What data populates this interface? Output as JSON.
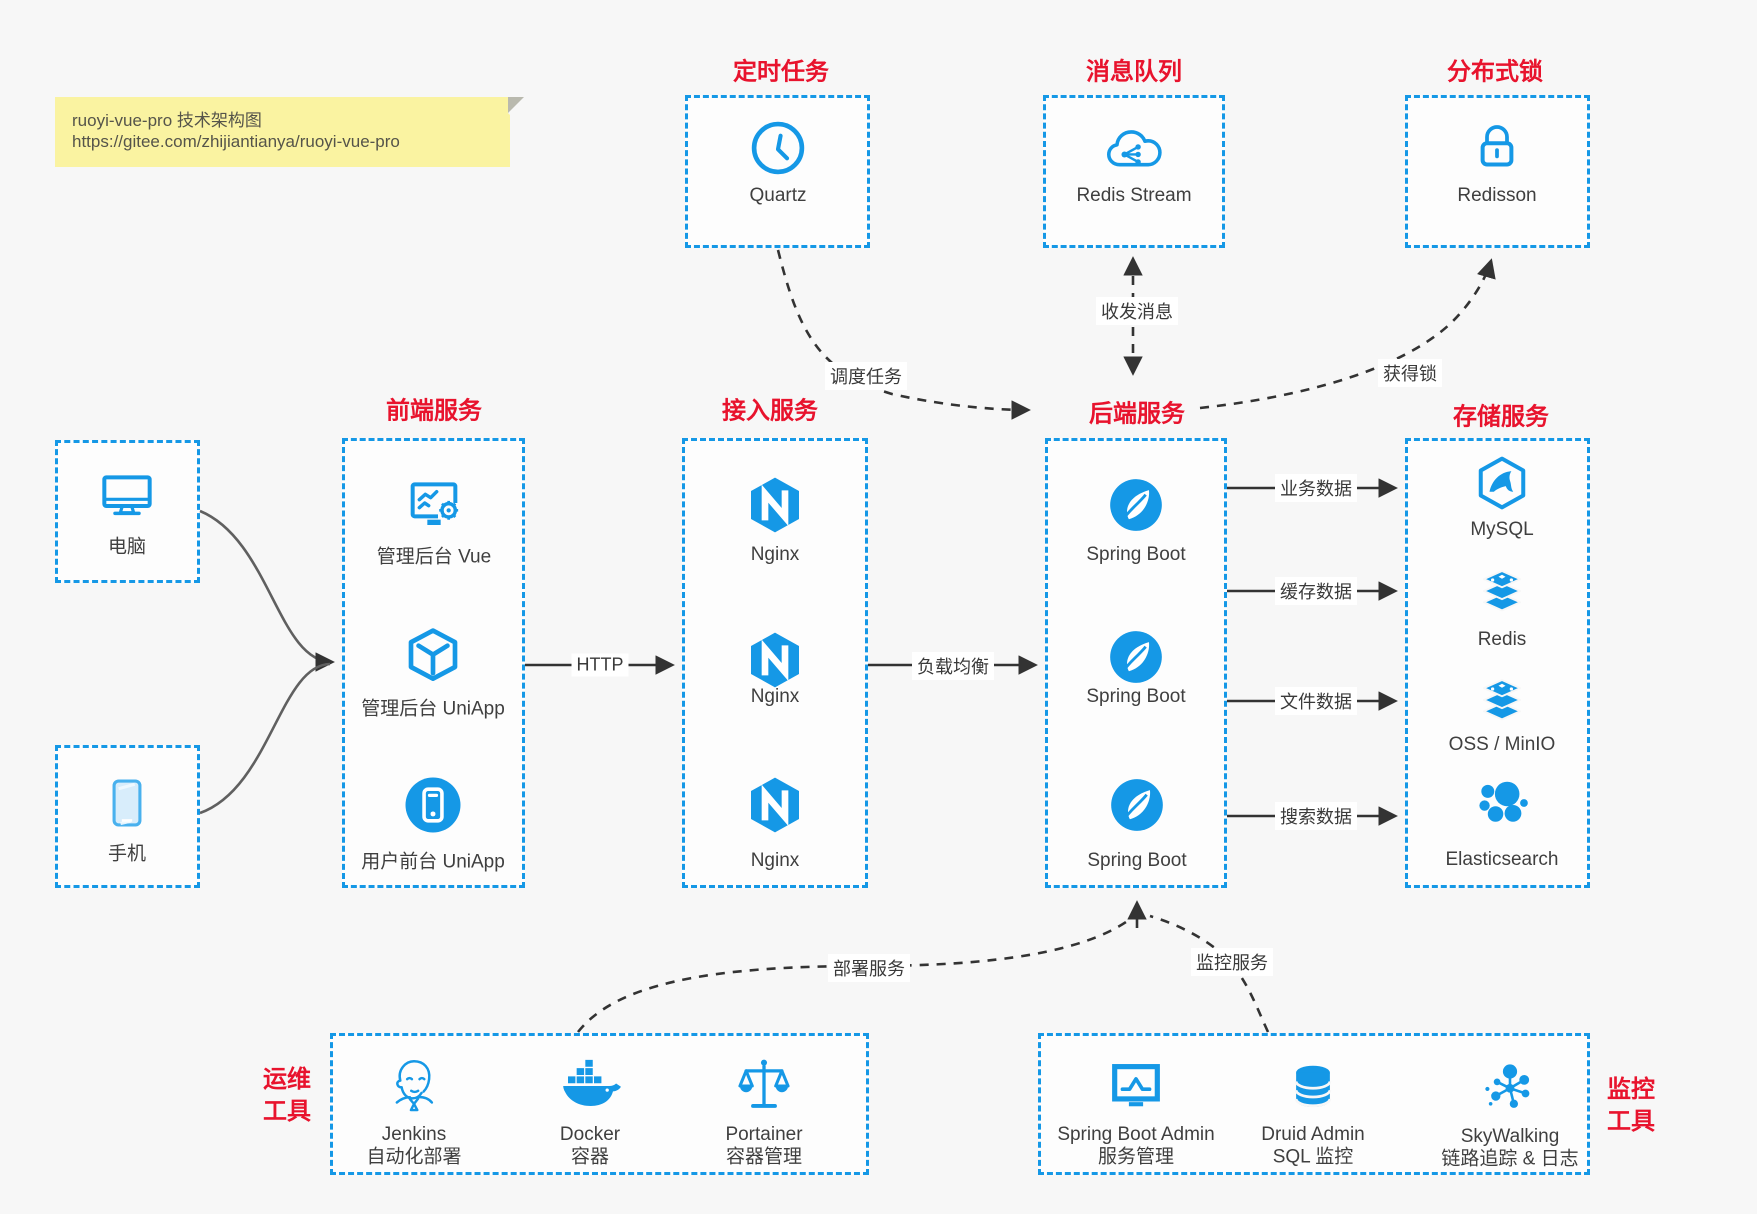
{
  "colors": {
    "accent_blue": "#1598e6",
    "title_red": "#e8132d",
    "note_yellow": "#faf3a1",
    "arrow_dark": "#333333",
    "arrow_gray": "#666666",
    "background": "#f7f7f7"
  },
  "note": {
    "line1": "ruoyi-vue-pro 技术架构图",
    "line2": "https://gitee.com/zhijiantianya/ruoyi-vue-pro"
  },
  "top": {
    "scheduled": {
      "title": "定时任务",
      "item": "Quartz"
    },
    "mq": {
      "title": "消息队列",
      "item": "Redis Stream"
    },
    "lock": {
      "title": "分布式锁",
      "item": "Redisson"
    }
  },
  "clients": {
    "pc": "电脑",
    "mobile": "手机"
  },
  "columns": {
    "frontend": {
      "title": "前端服务",
      "items": [
        "管理后台 Vue",
        "管理后台 UniApp",
        "用户前台 UniApp"
      ]
    },
    "gateway": {
      "title": "接入服务",
      "items": [
        "Nginx",
        "Nginx",
        "Nginx"
      ]
    },
    "backend": {
      "title": "后端服务",
      "items": [
        "Spring Boot",
        "Spring Boot",
        "Spring Boot"
      ]
    },
    "storage": {
      "title": "存储服务",
      "items": [
        "MySQL",
        "Redis",
        "OSS / MinIO",
        "Elasticsearch"
      ]
    }
  },
  "bottom": {
    "ops": {
      "title_line1": "运维",
      "title_line2": "工具",
      "items": [
        {
          "name": "Jenkins",
          "desc": "自动化部署"
        },
        {
          "name": "Docker",
          "desc": "容器"
        },
        {
          "name": "Portainer",
          "desc": "容器管理"
        }
      ]
    },
    "monitoring": {
      "title_line1": "监控",
      "title_line2": "工具",
      "items": [
        {
          "name": "Spring Boot Admin",
          "desc": "服务管理"
        },
        {
          "name": "Druid Admin",
          "desc": "SQL 监控"
        },
        {
          "name": "SkyWalking",
          "desc": "链路追踪 & 日志"
        }
      ]
    }
  },
  "edges": {
    "http": "HTTP",
    "load_balance": "负载均衡",
    "business_data": "业务数据",
    "cache_data": "缓存数据",
    "file_data": "文件数据",
    "search_data": "搜索数据",
    "schedule_task": "调度任务",
    "send_receive_msg": "收发消息",
    "acquire_lock": "获得锁",
    "deploy_service": "部署服务",
    "monitor_service": "监控服务"
  }
}
